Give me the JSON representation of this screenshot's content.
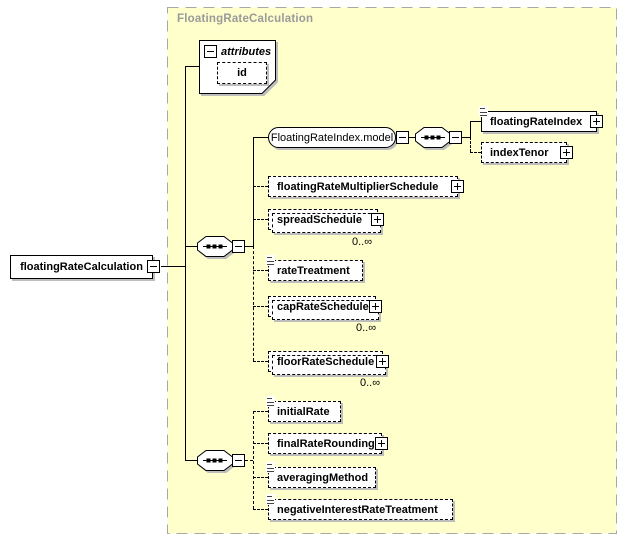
{
  "diagram": {
    "container_label": "FloatingRateCalculation",
    "root": {
      "label": "floatingRateCalculation"
    },
    "attributes": {
      "header": "attributes",
      "items": [
        {
          "label": "id"
        }
      ]
    },
    "group1": {
      "model_group": {
        "label": "FloatingRateIndex.model"
      },
      "model_children": {
        "floating_rate_index": {
          "label": "floatingRateIndex"
        },
        "index_tenor": {
          "label": "indexTenor"
        }
      },
      "children": {
        "floating_rate_multiplier_schedule": {
          "label": "floatingRateMultiplierSchedule"
        },
        "spread_schedule": {
          "label": "spreadSchedule",
          "occurs": "0..∞"
        },
        "rate_treatment": {
          "label": "rateTreatment"
        },
        "cap_rate_schedule": {
          "label": "capRateSchedule",
          "occurs": "0..∞"
        },
        "floor_rate_schedule": {
          "label": "floorRateSchedule",
          "occurs": "0..∞"
        }
      }
    },
    "group2": {
      "children": {
        "initial_rate": {
          "label": "initialRate"
        },
        "final_rate_rounding": {
          "label": "finalRateRounding"
        },
        "averaging_method": {
          "label": "averagingMethod"
        },
        "negative_interest_rate_treatment": {
          "label": "negativeInterestRateTreatment"
        }
      }
    },
    "colors": {
      "container_fill": "#FFFFCC",
      "container_border": "#A8A8A8",
      "box_border": "#000000",
      "shadow": "#BDBDBD",
      "container_label_color": "#9A9A9A"
    }
  }
}
